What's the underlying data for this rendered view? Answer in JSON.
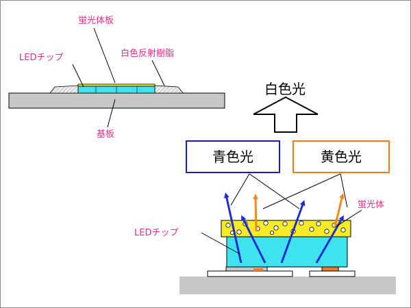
{
  "labels": {
    "phosphor_plate": "蛍光体板",
    "led_chip_top": "LEDチップ",
    "white_reflective_resin": "白色反射樹脂",
    "substrate": "基板",
    "white_light": "白色光",
    "blue_light": "青色光",
    "yellow_light": "黄色光",
    "phosphor": "蛍光体",
    "led_chip_bottom": "LEDチップ"
  },
  "colors": {
    "label_pink": "#e0308a",
    "blue_box_border": "#1a1ab4",
    "orange_box_border": "#ee7a22",
    "blue_arrow": "#1f2bd6",
    "orange_arrow": "#f08a1c",
    "chip_cyan": "#3fe3ee",
    "phosphor_yellow": "#f5eb27",
    "substrate_gray": "#c7c7c7",
    "pad_orange": "#ef7a2a",
    "frame_gray": "#8a8a8a"
  }
}
